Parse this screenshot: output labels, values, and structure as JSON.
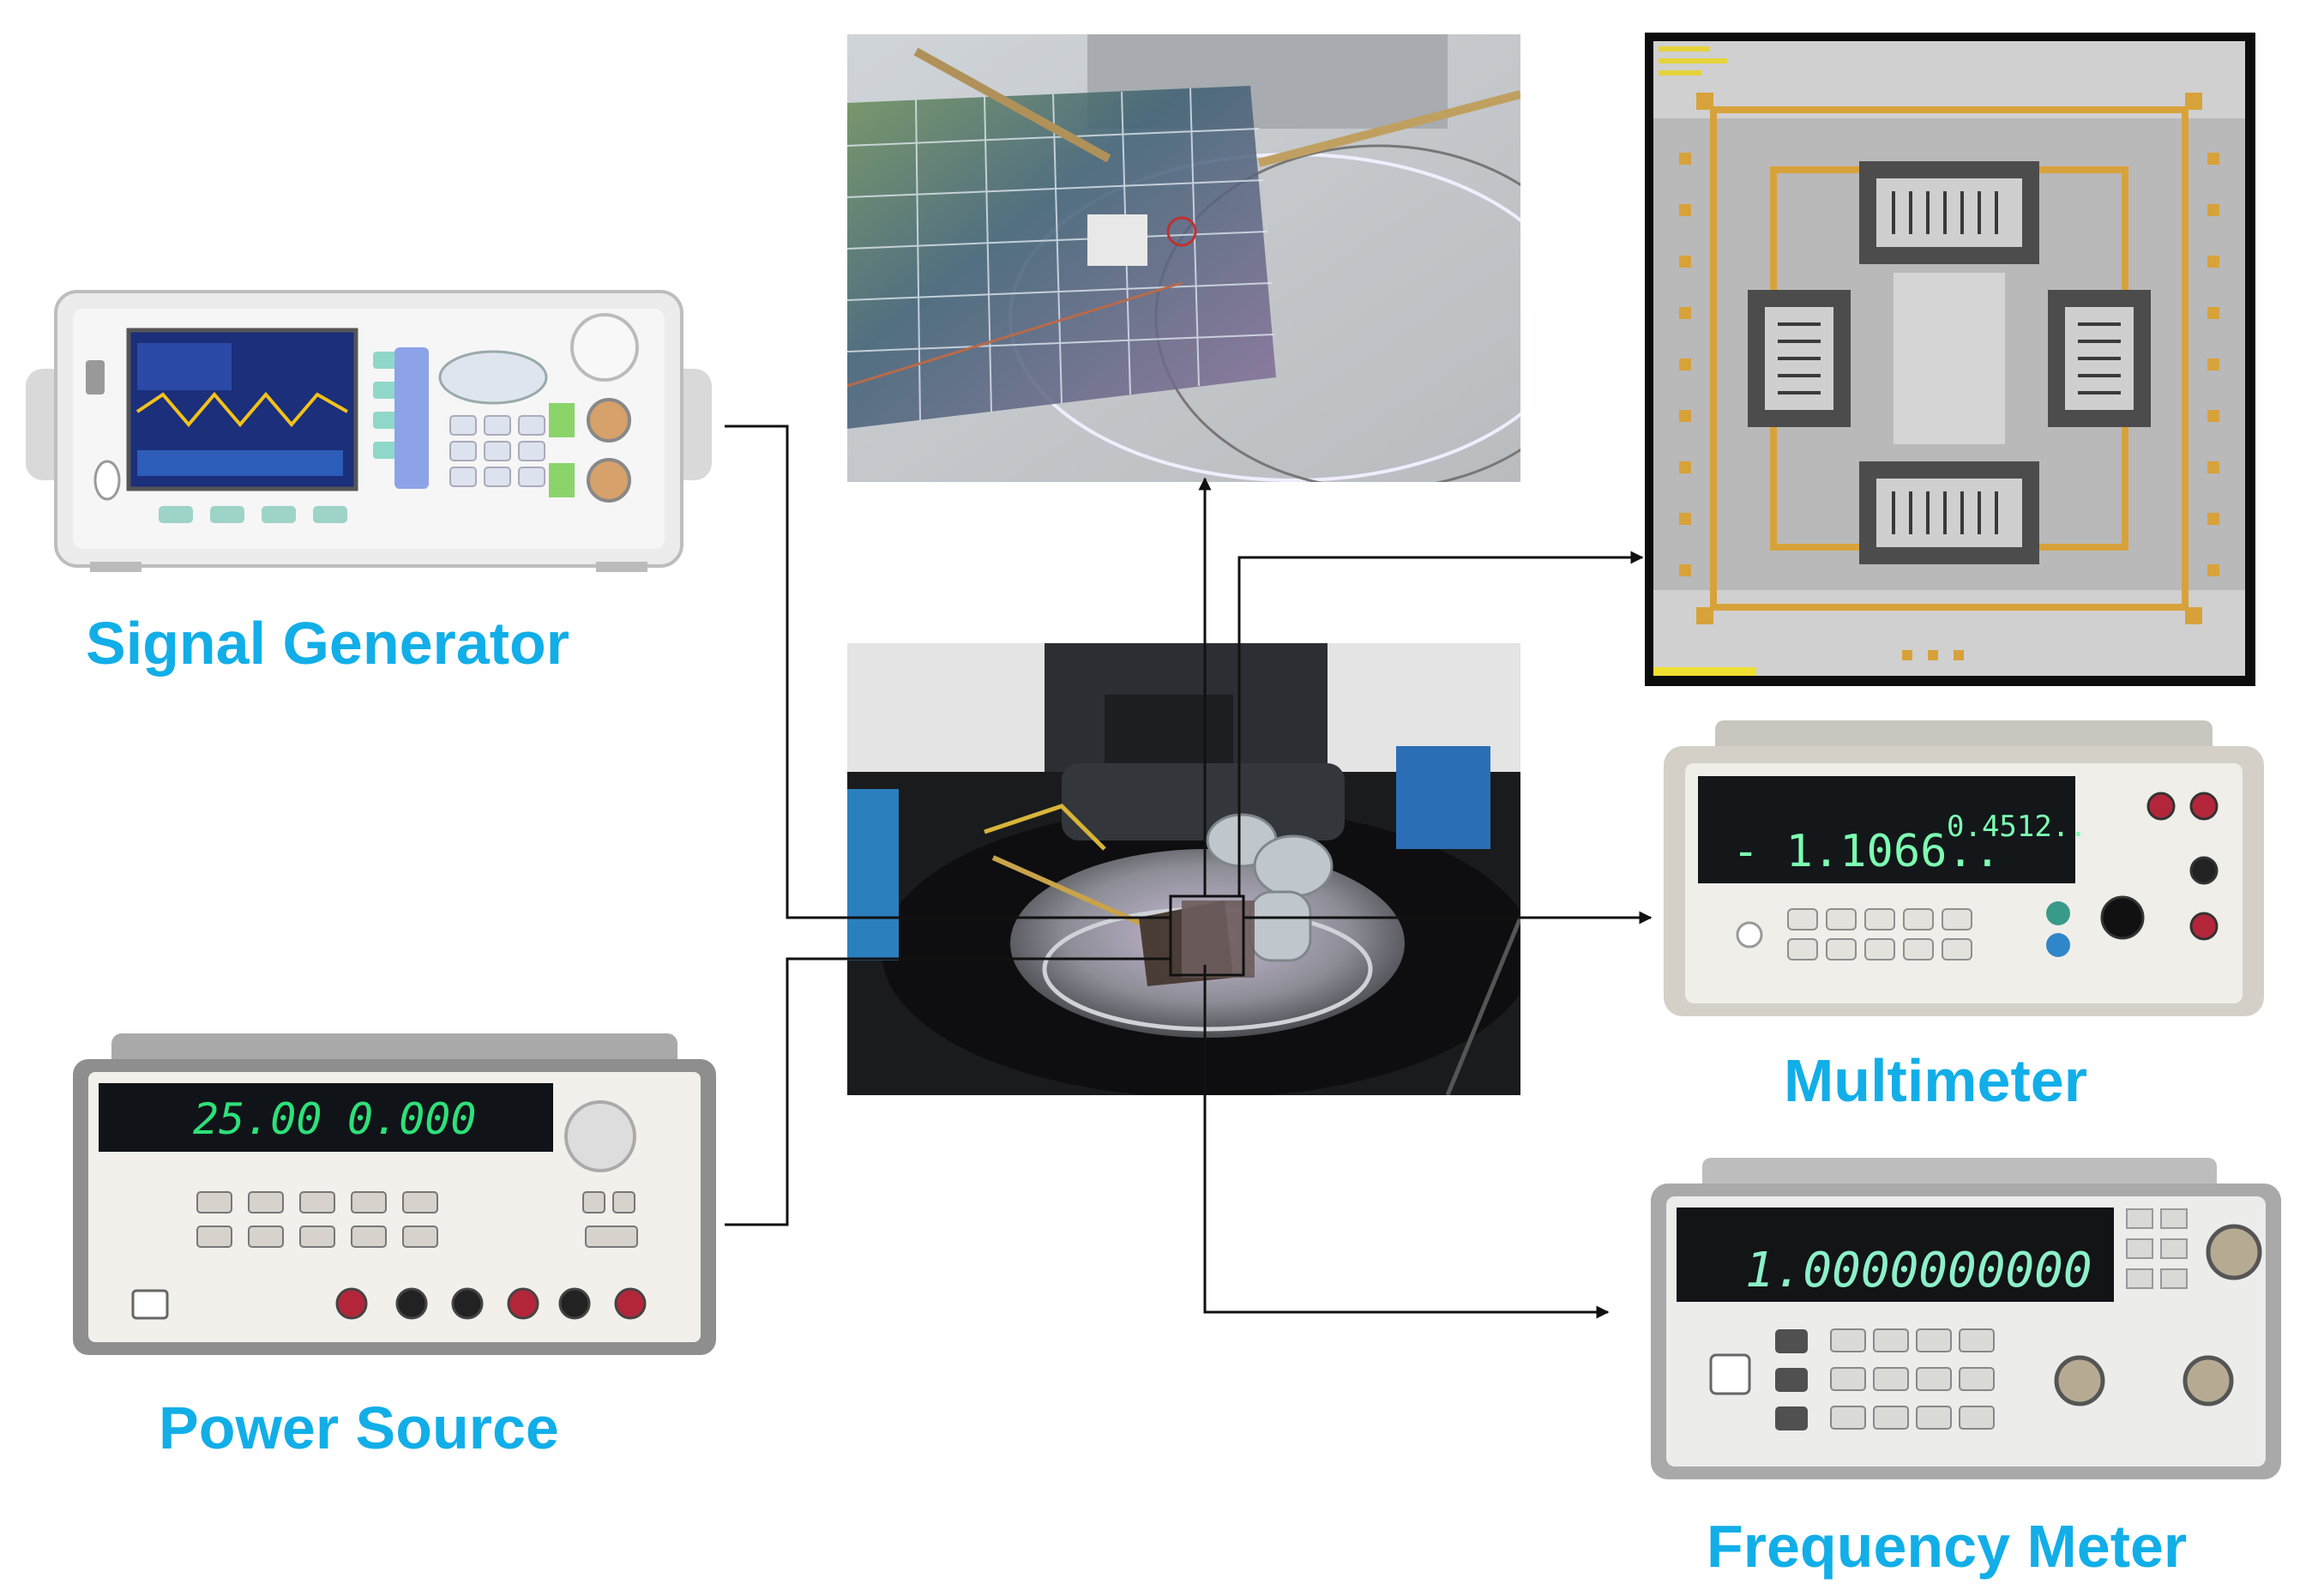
{
  "labels": {
    "signal_generator": "Signal Generator",
    "power_source": "Power Source",
    "multimeter": "Multimeter",
    "frequency_meter": "Frequency Meter"
  },
  "instrument_display": {
    "multimeter_main": "- 1.1066..",
    "multimeter_sub": "0.4512..",
    "power_left": "25.00",
    "power_right": "0.000",
    "frequency": "1.0000000000"
  },
  "colors": {
    "label": "#12aee8",
    "wire": "#111111",
    "chip_trace": "#d8a23a",
    "display_green": "#7dffb2"
  }
}
